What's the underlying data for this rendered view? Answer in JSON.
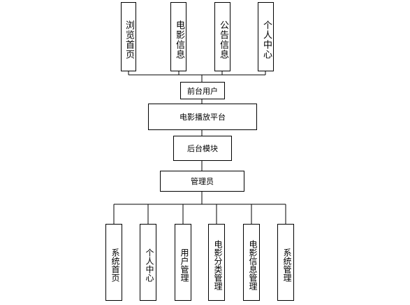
{
  "top_modules": [
    "浏览首页",
    "电影信息",
    "公告信息",
    "个人中心"
  ],
  "front_user": "前台用户",
  "platform": "电影播放平台",
  "backend": "后台模块",
  "admin": "管理员",
  "admin_modules": [
    "系统首页",
    "个人中心",
    "用户管理",
    "电影分类管理",
    "电影信息管理",
    "系统管理"
  ]
}
